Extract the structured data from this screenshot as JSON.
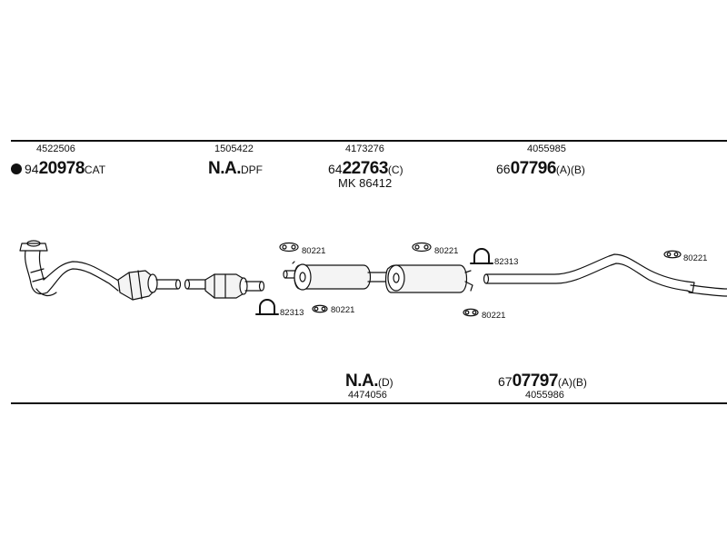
{
  "top_labels": [
    {
      "ref": "4522506",
      "prefix": "94",
      "number": "20978",
      "suffix": "CAT",
      "dot": true
    },
    {
      "ref": "1505422",
      "prefix": "",
      "number": "N.A.",
      "suffix": "DPF"
    },
    {
      "ref": "4173276",
      "prefix": "64",
      "number": "22763",
      "suffix": "(C)",
      "extra": "MK  86412"
    },
    {
      "ref": "4055985",
      "prefix": "66",
      "number": "07796",
      "suffix": "(A)(B)"
    }
  ],
  "bottom_labels": [
    {
      "ref": "4474056",
      "prefix": "",
      "number": "N.A.",
      "suffix": "(D)"
    },
    {
      "ref": "4055986",
      "prefix": "67",
      "number": "07797",
      "suffix": "(A)(B)"
    }
  ],
  "part_codes": {
    "gasket_a": "80221",
    "clamp_a": "82313",
    "gasket_b": "80221",
    "gasket_c": "80221",
    "clamp_b": "82313",
    "gasket_d": "80221",
    "gasket_e": "80221"
  }
}
